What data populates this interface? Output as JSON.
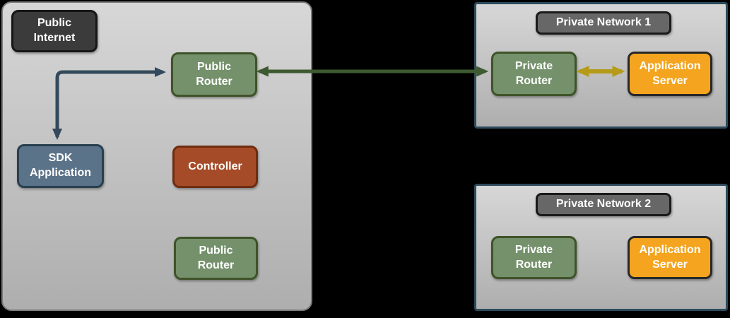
{
  "colors": {
    "background": "#000000",
    "container_fill_top": "#d7d7d7",
    "container_fill_bottom": "#aeaeae",
    "container_border": "#7a7a7a",
    "network_border": "#2d4b5c",
    "dark_label_fill": "#3b3b3b",
    "dark_label_border": "#161616",
    "network_title_fill": "#676767",
    "network_title_border": "#1a1a1a",
    "router_fill": "#74916b",
    "router_border": "#3f5329",
    "sdk_fill": "#5b7389",
    "sdk_border": "#28404f",
    "controller_fill": "#a64b28",
    "controller_border": "#702c10",
    "server_fill": "#f4a41e",
    "server_border": "#282828",
    "arrow_blue": "#34495c",
    "arrow_green": "#3e5a31",
    "arrow_gold": "#b59b17",
    "text": "#ffffff"
  },
  "public_internet": {
    "label": "Public\nInternet",
    "nodes": {
      "public_router_top": "Public\nRouter",
      "sdk_application": "SDK\nApplication",
      "controller": "Controller",
      "public_router_bottom": "Public\nRouter"
    }
  },
  "private_network_1": {
    "title": "Private Network 1",
    "nodes": {
      "private_router": "Private\nRouter",
      "application_server": "Application\nServer"
    }
  },
  "private_network_2": {
    "title": "Private Network 2",
    "nodes": {
      "private_router": "Private\nRouter",
      "application_server": "Application\nServer"
    }
  },
  "connections": {
    "sdk_to_public_router": "bidirectional",
    "public_router_to_private_router_1": "bidirectional",
    "private_router_1_to_application_server": "bidirectional"
  }
}
